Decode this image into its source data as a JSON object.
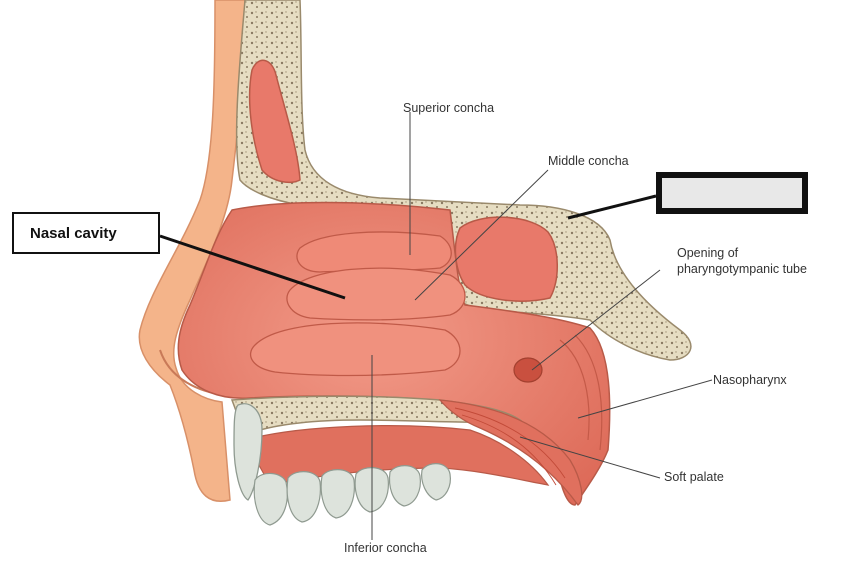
{
  "labels": {
    "superior_concha": "Superior concha",
    "middle_concha": "Middle concha",
    "opening_line1": "Opening of",
    "opening_line2": "pharyngotympanic tube",
    "nasopharynx": "Nasopharynx",
    "soft_palate": "Soft palate",
    "inferior_concha": "Inferior concha"
  },
  "answer_boxes": {
    "nasal_cavity": "Nasal cavity",
    "blank": ""
  },
  "colors": {
    "mucosa": "#e8796a",
    "mucosa_dark": "#c9503f",
    "skin": "#f4b48a",
    "bone": "#e6ddc2",
    "teeth": "#dde3dc"
  }
}
